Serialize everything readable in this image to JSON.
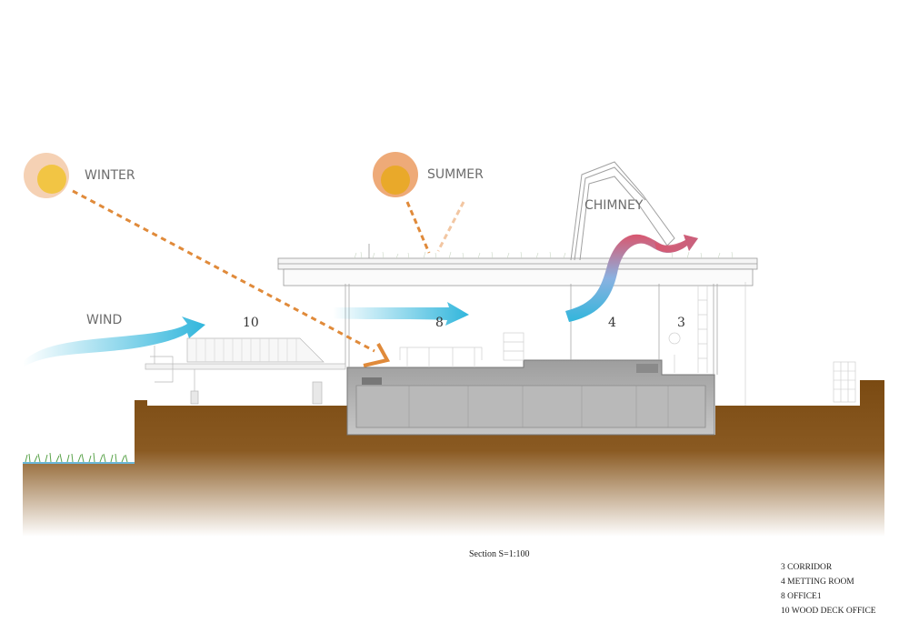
{
  "labels": {
    "winter": "WINTER",
    "summer": "SUMMER",
    "chimney": "CHIMNEY",
    "wind": "WIND"
  },
  "room_numbers": {
    "wood_deck": "10",
    "office": "8",
    "meeting": "4",
    "corridor": "3"
  },
  "caption": "Section  S=1:100",
  "legend": [
    "3 CORRIDOR",
    "4 METTING ROOM",
    "8 OFFICE1",
    "10 WOOD DECK OFFICE"
  ],
  "colors": {
    "sun_outer": "#f5d1b4",
    "sun_inner": "#f2c544",
    "summer_outer": "#eeaa78",
    "summer_inner": "#e9a92a",
    "sun_ray": "#e08a3a",
    "wind": "#31b6dc",
    "chimney_top": "#d9576f",
    "soil": "#7a4a12",
    "concrete": "#bcbcbc"
  }
}
